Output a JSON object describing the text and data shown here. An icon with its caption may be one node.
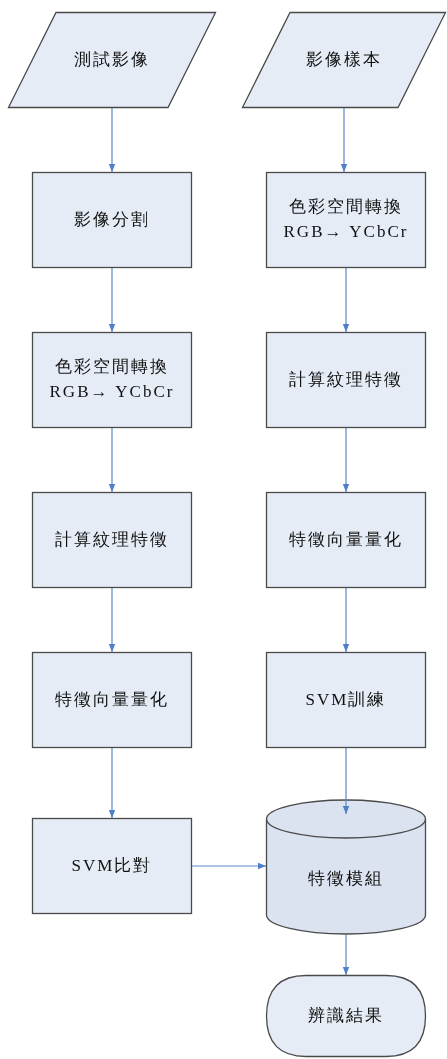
{
  "diagram": {
    "nodes": [
      {
        "text": [
          "測試影像"
        ]
      },
      {
        "text": [
          "影像樣本"
        ]
      },
      {
        "text": [
          "影像分割"
        ]
      },
      {
        "text": [
          "色彩空間轉換 RGB→ YCbCr"
        ]
      },
      {
        "text": [
          "色彩空間轉換 RGB→ YCbCr"
        ]
      },
      {
        "text": [
          "計算紋理特徵"
        ]
      },
      {
        "text": [
          "計算紋理特徵"
        ]
      },
      {
        "text": [
          "特徵向量量化"
        ]
      },
      {
        "text": [
          "特徵向量量化"
        ]
      },
      {
        "text": [
          "SVM訓練"
        ]
      },
      {
        "text": [
          "SVM比對"
        ]
      },
      {
        "text": [
          "特徵模組"
        ]
      },
      {
        "text": [
          "辨識結果"
        ]
      }
    ],
    "edges": [
      {
        "from": 0,
        "to": 2,
        "arrow": "to"
      },
      {
        "from": 2,
        "to": 4,
        "arrow": "to"
      },
      {
        "from": 4,
        "to": 6,
        "arrow": "to"
      },
      {
        "from": 6,
        "to": 8,
        "arrow": "to"
      },
      {
        "from": 8,
        "to": 10,
        "arrow": "to"
      },
      {
        "from": 10,
        "to": 11,
        "arrow": "to"
      },
      {
        "from": 1,
        "to": 3,
        "arrow": "to"
      },
      {
        "from": 3,
        "to": 5,
        "arrow": "to"
      },
      {
        "from": 5,
        "to": 7,
        "arrow": "to"
      },
      {
        "from": 7,
        "to": 9,
        "arrow": "to"
      },
      {
        "from": 9,
        "to": 11,
        "arrow": "to"
      },
      {
        "from": 11,
        "to": 12,
        "arrow": "to"
      }
    ]
  }
}
